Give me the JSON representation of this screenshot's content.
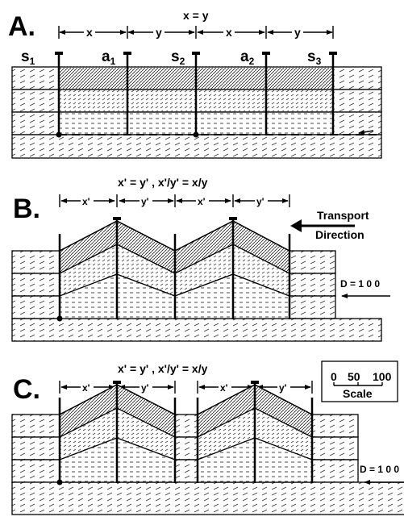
{
  "panel_a": {
    "letter": "A.",
    "equation": "x = y",
    "spacing_labels": [
      "x",
      "y",
      "x",
      "y"
    ],
    "stations": [
      {
        "base": "s",
        "sub": "1"
      },
      {
        "base": "a",
        "sub": "1"
      },
      {
        "base": "s",
        "sub": "2"
      },
      {
        "base": "a",
        "sub": "2"
      },
      {
        "base": "s",
        "sub": "3"
      }
    ]
  },
  "panel_b": {
    "letter": "B.",
    "equation": "x' = y' ,  x'/y' = x/y",
    "spacing_labels": [
      "x'",
      "y'",
      "x'",
      "y'"
    ],
    "transport_line1": "Transport",
    "transport_line2": "Direction",
    "depth_label": "D = 1 0 0"
  },
  "panel_c": {
    "letter": "C.",
    "equation": "x' = y' ,  x'/y' = x/y",
    "spacing_labels": [
      "x'",
      "y'",
      "x'",
      "y'"
    ],
    "depth_label": "D = 1 0 0"
  },
  "scale": {
    "ticks": [
      "0",
      "50",
      "100"
    ],
    "label": "Scale"
  }
}
